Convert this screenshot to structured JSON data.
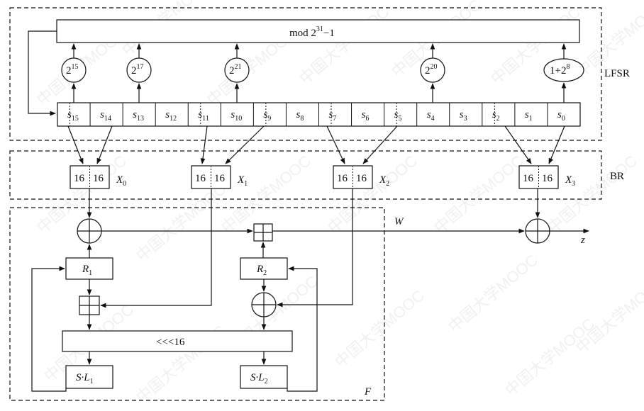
{
  "modulus": {
    "text": "mod 2",
    "exp": "31",
    "tail": "−1"
  },
  "multipliers": [
    {
      "base": "2",
      "exp": "15"
    },
    {
      "base": "2",
      "exp": "17"
    },
    {
      "base": "2",
      "exp": "21"
    },
    {
      "base": "2",
      "exp": "20"
    },
    {
      "base": "1+2",
      "exp": "8"
    }
  ],
  "registers": [
    {
      "name": "s",
      "sub": "15"
    },
    {
      "name": "s",
      "sub": "14"
    },
    {
      "name": "s",
      "sub": "13"
    },
    {
      "name": "s",
      "sub": "12"
    },
    {
      "name": "s",
      "sub": "11"
    },
    {
      "name": "s",
      "sub": "10"
    },
    {
      "name": "s",
      "sub": "9"
    },
    {
      "name": "s",
      "sub": "8"
    },
    {
      "name": "s",
      "sub": "7"
    },
    {
      "name": "s",
      "sub": "6"
    },
    {
      "name": "s",
      "sub": "5"
    },
    {
      "name": "s",
      "sub": "4"
    },
    {
      "name": "s",
      "sub": "3"
    },
    {
      "name": "s",
      "sub": "2"
    },
    {
      "name": "s",
      "sub": "1"
    },
    {
      "name": "s",
      "sub": "0"
    }
  ],
  "sections": {
    "lfsr": "LFSR",
    "br": "BR",
    "f": "F"
  },
  "br_words": [
    {
      "hi": "16",
      "lo": "16",
      "name": "X",
      "sub": "0"
    },
    {
      "hi": "16",
      "lo": "16",
      "name": "X",
      "sub": "1"
    },
    {
      "hi": "16",
      "lo": "16",
      "name": "X",
      "sub": "2"
    },
    {
      "hi": "16",
      "lo": "16",
      "name": "X",
      "sub": "3"
    }
  ],
  "f_function": {
    "r1": {
      "name": "R",
      "sub": "1"
    },
    "r2": {
      "name": "R",
      "sub": "2"
    },
    "rotate": "<<<16",
    "sl1": {
      "name": "S·L",
      "sub": "1"
    },
    "sl2": {
      "name": "S·L",
      "sub": "2"
    }
  },
  "output": {
    "w": "W",
    "z": "z"
  },
  "watermark": "中国大学MOOC"
}
